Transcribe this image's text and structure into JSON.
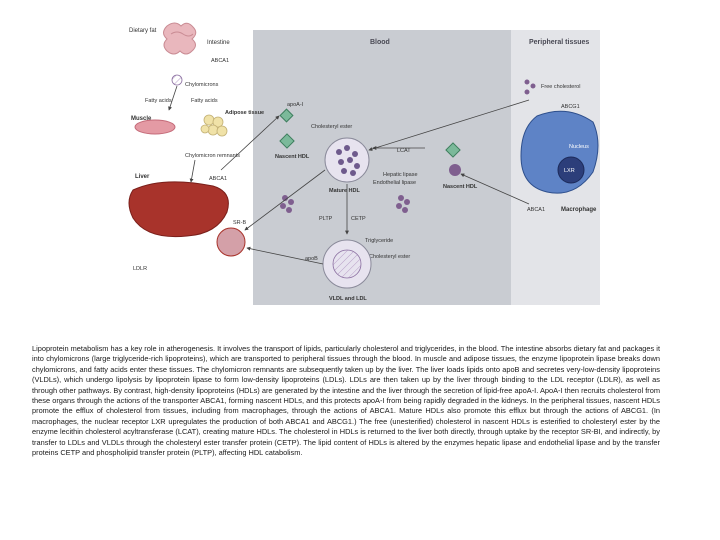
{
  "figure": {
    "headers": {
      "blood": "Blood",
      "peripheral": "Peripheral tissues"
    },
    "labels": {
      "dietary_fat": "Dietary fat",
      "intestine": "Intestine",
      "abca1_intestine": "ABCA1",
      "chylomicrons": "Chylomicrons",
      "fatty_acids_left": "Fatty acids",
      "fatty_acids_right": "Fatty acids",
      "muscle": "Muscle",
      "adipose_tissue": "Adipose tissue",
      "chylomicron_remnants": "Chylomicron remnants",
      "liver": "Liver",
      "abca1_liver": "ABCA1",
      "sr_b": "SR-B",
      "ldlr": "LDLR",
      "apoa1": "apoA-I",
      "nascent_hdl_left": "Nascent HDL",
      "cholesteryl_ester_top": "Cholesteryl ester",
      "lcat": "LCAT",
      "mature_hdl": "Mature HDL",
      "hepatic_lipase": "Hepatic lipase",
      "endothelial_lipase": "Endothelial lipase",
      "nascent_hdl_right": "Nascent HDL",
      "pltp": "PLTP",
      "cetp": "CETP",
      "triglyceride": "Triglyceride",
      "apob": "apoB",
      "cholesteryl_ester_bottom": "Cholesteryl ester",
      "vldl_ldl": "VLDL and LDL",
      "free_cholesterol": "Free cholesterol",
      "abcg1": "ABCG1",
      "nucleus": "Nucleus",
      "lxr": "LXR",
      "abca1_macrophage": "ABCA1",
      "macrophage": "Macrophage"
    },
    "colors": {
      "blood_panel": "#c9ccd2",
      "peripheral_panel": "#e3e4e8",
      "liver": "#a8332b",
      "intestine": "#e9b7bd",
      "macrophage": "#5e83c6",
      "lipid": "#7f5f8f",
      "apo": "#7bb99a"
    }
  },
  "caption": "Lipoprotein metabolism has a key role in atherogenesis. It involves the transport of lipids, particularly cholesterol and triglycerides, in the blood. The intestine absorbs dietary fat and packages it into chylomicrons (large triglyceride-rich lipoproteins), which are transported to peripheral tissues through the blood. In muscle and adipose tissues, the enzyme lipoprotein lipase breaks down chylomicrons, and fatty acids enter these tissues. The chylomicron remnants are subsequently taken up by the liver. The liver loads lipids onto apoB and secretes very-low-density lipoproteins (VLDLs), which undergo lipolysis by lipoprotein lipase to form low-density lipoproteins (LDLs). LDLs are then taken up by the liver through binding to the LDL receptor (LDLR), as well as through other pathways. By contrast, high-density lipoproteins (HDLs) are generated by the intestine and the liver through the secretion of lipid-free apoA-I. ApoA-I then recruits cholesterol from these organs through the actions of the transporter ABCA1, forming nascent HDLs, and this protects apoA-I from being rapidly degraded in the kidneys. In the peripheral tissues, nascent HDLs promote the efflux of cholesterol from tissues, including from macrophages, through the actions of ABCA1. Mature HDLs also promote this efflux but through the actions of ABCG1. (In macrophages, the nuclear receptor LXR upregulates the production of both ABCA1 and ABCG1.) The free (unesterified) cholesterol in nascent HDLs is esterified to cholesteryl ester by the enzyme lecithin cholesterol acyltransferase (LCAT), creating mature HDLs. The cholesterol in HDLs is returned to the liver both directly, through uptake by the receptor SR-BI, and indirectly, by transfer to LDLs and VLDLs through the cholesteryl ester transfer protein (CETP). The lipid content of HDLs is altered by the enzymes hepatic lipase and endothelial lipase and by the transfer proteins CETP and phospholipid transfer protein (PLTP), affecting HDL catabolism."
}
